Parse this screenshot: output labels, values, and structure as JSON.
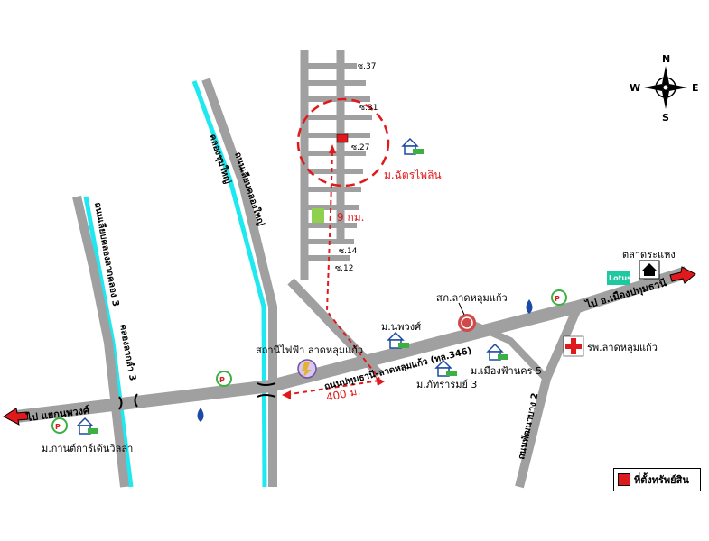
{
  "compass": {
    "n": "N",
    "s": "S",
    "e": "E",
    "w": "W"
  },
  "legend": {
    "label": "ที่ตั้งทรัพย์สิน",
    "color": "#e0191c"
  },
  "roads": {
    "main": "ถนนปทุมธานี-ลาดหลุมแก้ว (ทล.346)",
    "to_phuang": "ไป แยกนพวงศ์",
    "to_pathum": "ไป อ.เมืองปทุมธานี",
    "khlong_yai_left": "ถนนเลียบคลองลากคลอง 3",
    "khlong_name_left": "คลองลากลำ 3",
    "khlong_yai_road": "ถนนเลียบคลองใหญ่",
    "khlong_yai": "คลองชุมใหญ่",
    "bang_2": "ถนนพัฒนาบาง 2"
  },
  "sois": {
    "s37": "ซ.37",
    "s31": "ซ.31",
    "s27": "ซ.27",
    "s14": "ซ.14",
    "s12": "ซ.12"
  },
  "places": {
    "mu_chat": "ม.ฉัตรไพลิน",
    "mu_nopphawong": "ม.นพวงศ์",
    "mu_phatharam": "ม.ภัทรารมย์ 3",
    "mu_mueang": "ม.เมืองฟ้านคร 5",
    "mu_kanta": "ม.กานต์การ์เด้นวิลล่า",
    "power_station": "สถานีไฟฟ้า ลาดหลุมแก้ว",
    "police": "สภ.ลาดหลุมแก้ว",
    "market": "ตลาดระแหง",
    "hospital": "รพ.ลาดหลุมแก้ว",
    "lotus": "Lotus"
  },
  "distances": {
    "d1": "9 กม.",
    "d2": "400 ม."
  },
  "colors": {
    "road": "#a0a0a0",
    "canal": "#1ee8f0",
    "property": "#e0191c",
    "route": "#e0191c"
  }
}
